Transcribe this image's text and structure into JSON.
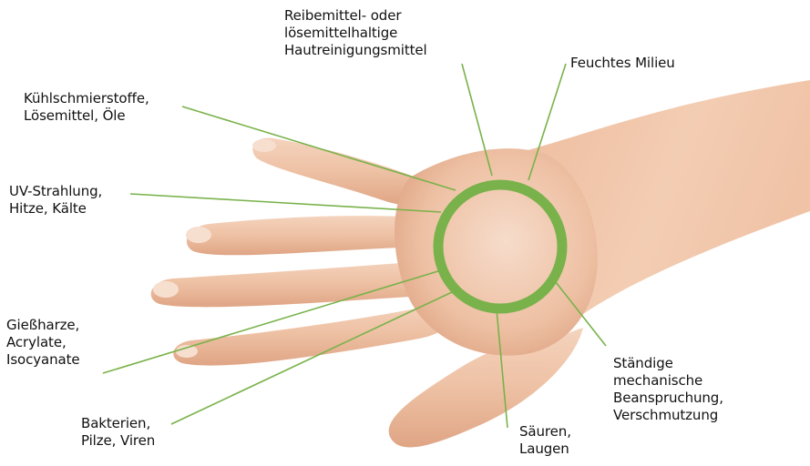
{
  "colors": {
    "background": "#ffffff",
    "accent_ring": "#79b24a",
    "leader_line": "#79b24a",
    "text": "#111111",
    "skin_light": "#f3d3bb",
    "skin_mid": "#e6b597",
    "skin_shadow": "#d3987a"
  },
  "illustration": {
    "hand_icon": "hand-back-icon"
  },
  "labels": {
    "reibemittel": {
      "lines": [
        "Reibemittel- oder",
        "lösemittelhaltige",
        "Hautreinigungsmittel"
      ]
    },
    "feuchtes": {
      "lines": [
        "Feuchtes Milieu"
      ]
    },
    "kuehl": {
      "lines": [
        "Kühlschmierstoffe,",
        "Lösemittel, Öle"
      ]
    },
    "uv": {
      "lines": [
        "UV-Strahlung,",
        "Hitze, Kälte"
      ]
    },
    "giess": {
      "lines": [
        "Gießharze,",
        "Acrylate,",
        "Isocyanate"
      ]
    },
    "bakterien": {
      "lines": [
        "Bakterien,",
        "Pilze, Viren"
      ]
    },
    "saeuren": {
      "lines": [
        "Säuren,",
        "Laugen"
      ]
    },
    "staendige": {
      "lines": [
        "Ständige",
        "mechanische",
        "Beanspruchung,",
        "Verschmutzung"
      ]
    }
  }
}
